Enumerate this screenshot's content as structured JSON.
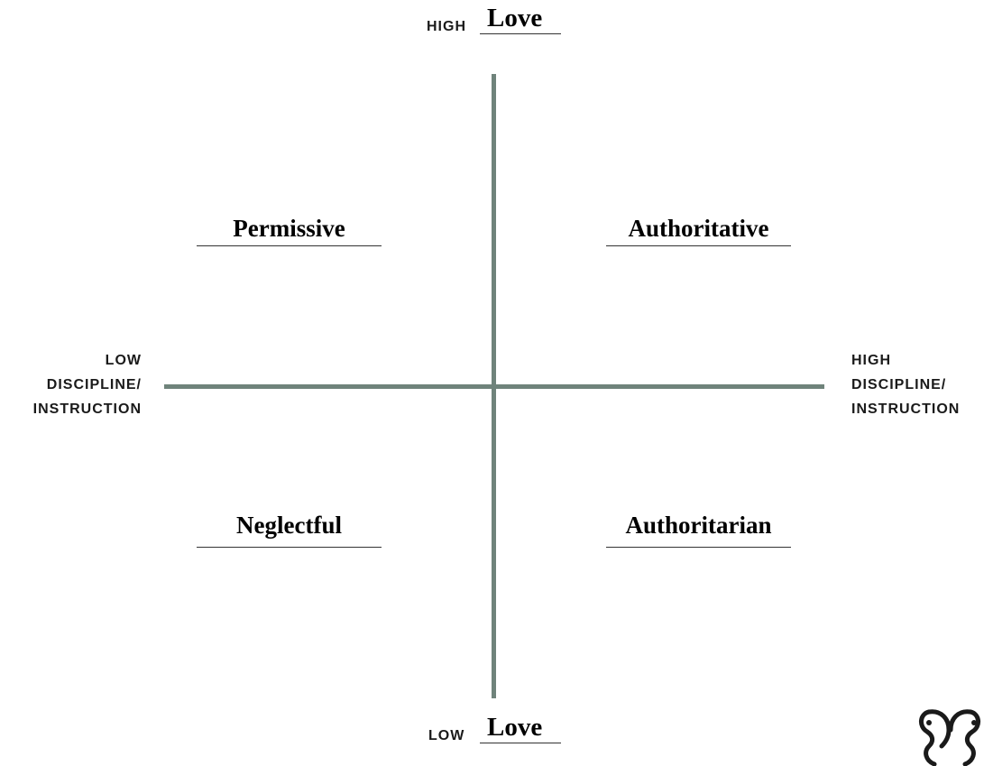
{
  "top": {
    "level": "HIGH",
    "title": "Love"
  },
  "bottom": {
    "level": "LOW",
    "title": "Love"
  },
  "left": {
    "line1": "LOW",
    "line2": "DISCIPLINE/",
    "line3": "INSTRUCTION"
  },
  "right": {
    "line1": "HIGH",
    "line2": "DISCIPLINE/",
    "line3": "INSTRUCTION"
  },
  "quadrants": {
    "top_left": "Permissive",
    "top_right": "Authoritative",
    "bottom_left": "Neglectful",
    "bottom_right": "Authoritarian"
  },
  "colors": {
    "axis": "#6f837b",
    "text": "#000000"
  },
  "logo": {
    "icon": "two-faces-logo-icon"
  }
}
